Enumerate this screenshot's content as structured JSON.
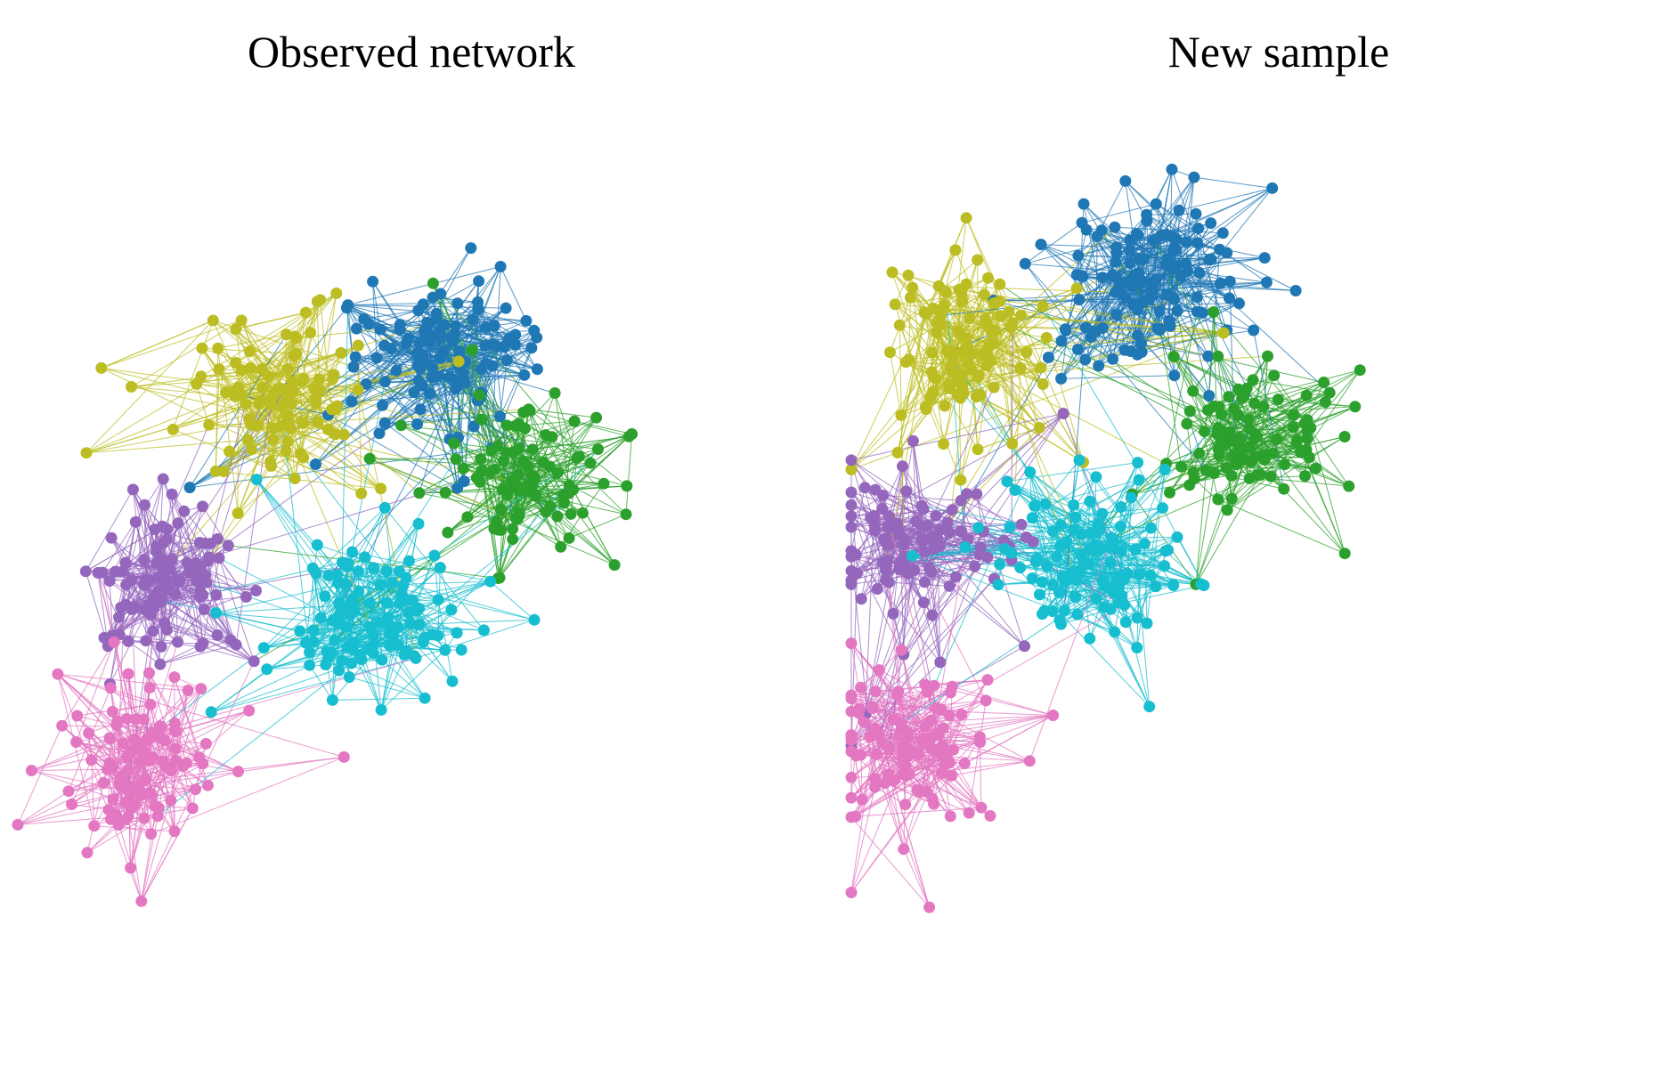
{
  "panels": [
    {
      "title": "Observed network",
      "seed": 11,
      "communities": [
        {
          "name": "blue",
          "color": "#1f77b4",
          "nodes": 115
        },
        {
          "name": "olive",
          "color": "#bcbd22",
          "nodes": 100
        },
        {
          "name": "green",
          "color": "#2ca02c",
          "nodes": 95
        },
        {
          "name": "purple",
          "color": "#9467bd",
          "nodes": 100
        },
        {
          "name": "cyan",
          "color": "#17becf",
          "nodes": 110
        },
        {
          "name": "pink",
          "color": "#e377c2",
          "nodes": 105
        }
      ]
    },
    {
      "title": "New sample",
      "seed": 29,
      "communities": [
        {
          "name": "blue",
          "color": "#1f77b4",
          "nodes": 125
        },
        {
          "name": "olive",
          "color": "#bcbd22",
          "nodes": 105
        },
        {
          "name": "green",
          "color": "#2ca02c",
          "nodes": 100
        },
        {
          "name": "purple",
          "color": "#9467bd",
          "nodes": 100
        },
        {
          "name": "cyan",
          "color": "#17becf",
          "nodes": 115
        },
        {
          "name": "pink",
          "color": "#e377c2",
          "nodes": 100
        }
      ]
    }
  ]
}
